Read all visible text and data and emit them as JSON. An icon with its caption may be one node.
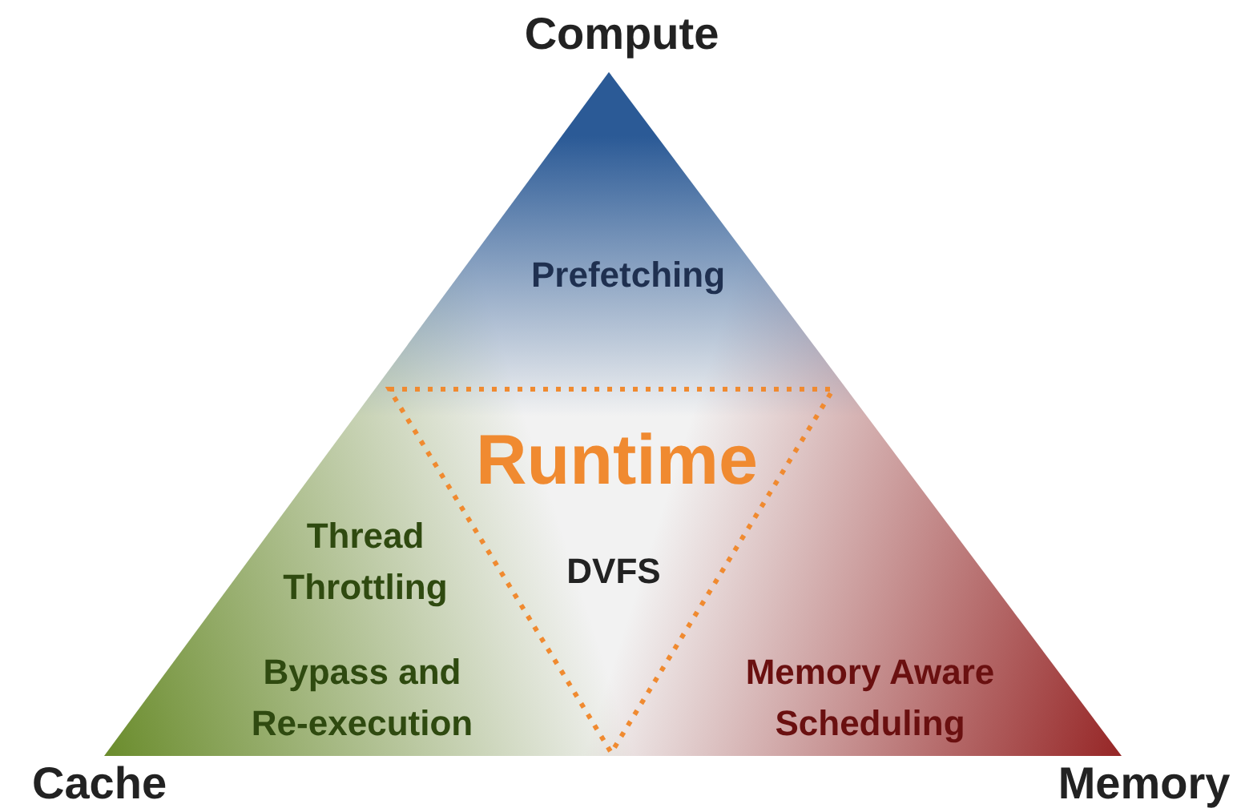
{
  "diagram": {
    "nodes": [
      {
        "text": [],
        "shape": "triangle"
      },
      {
        "text": [
          "Runtime",
          "DVFS"
        ],
        "in": 0
      }
    ],
    "edges": [],
    "labels": [
      "Compute",
      "Prefetching",
      "Thread Throttling",
      "Bypass and Re-execution",
      "Memory Aware Scheduling",
      "Cache",
      "Memory"
    ]
  }
}
